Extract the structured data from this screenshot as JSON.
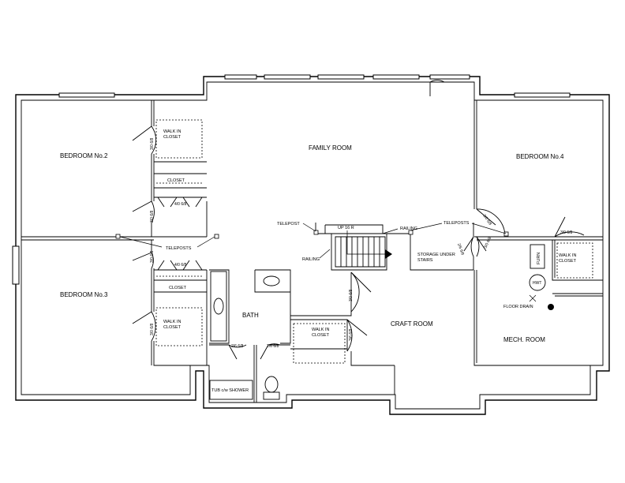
{
  "rooms": {
    "bedroom2": "BEDROOM No.2",
    "bedroom3": "BEDROOM No.3",
    "bedroom4": "BEDROOM No.4",
    "family_room": "FAMILY ROOM",
    "bath": "BATH",
    "craft_room": "CRAFT ROOM",
    "mech_room": "MECH. ROOM"
  },
  "closets": {
    "walk_in_1": "WALK IN",
    "walk_in_2": "CLOSET",
    "closet": "CLOSET",
    "storage_1": "STORAGE UNDER",
    "storage_2": "STAIRS"
  },
  "doors": {
    "d306": "3/0 6/8",
    "d406": "4/0 6/8",
    "d266": "2/6 6/8",
    "d366": "3/6 6/8"
  },
  "annotations": {
    "teleposts": "TELEPOSTS",
    "telepost": "TELEPOST",
    "railing": "RAILING",
    "stair": "UP 16 R",
    "tub": "TUB c/w SHOWER",
    "furnace": "FURN",
    "hwt": "HWT",
    "floor_drain": "FLOOR DRAIN"
  }
}
